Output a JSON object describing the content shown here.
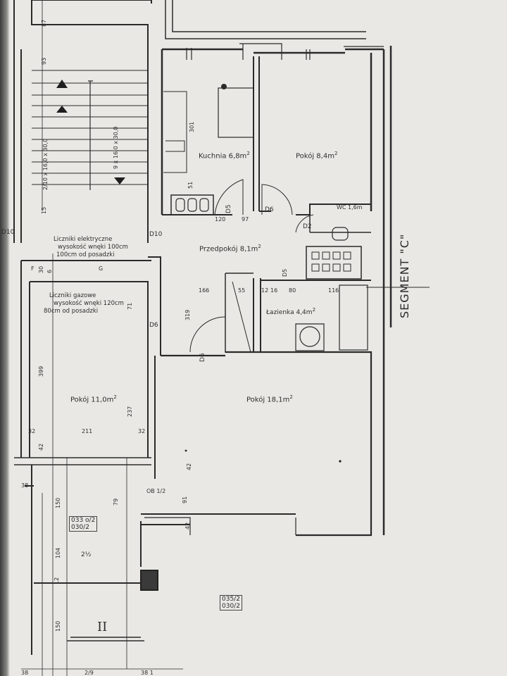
{
  "rooms": {
    "kitchen": "Kuchnia 6,8m",
    "room_small": "Pokój 8,4m",
    "wc": "WC 1,6m",
    "hall": "Przedpokój 8,1m",
    "bathroom": "Łazienka 4,4m",
    "room_left": "Pokój 11,0m",
    "room_big": "Pokój 18,1m",
    "sup": "2"
  },
  "notes": {
    "elec_1": "Liczniki elektryczne",
    "elec_2": "wysokość wnęki 100cm",
    "elec_3": "100cm od posadzki",
    "gas_1": "Liczniki gazowe",
    "gas_2": "wysokość wnęki 120cm",
    "gas_3": "80cm od posadzki"
  },
  "doors": [
    "D10",
    "D10",
    "D5",
    "D6",
    "D2",
    "D6",
    "D6",
    "D5"
  ],
  "dimensions": {
    "d87": "87",
    "d93": "93",
    "stairs_a": "2/10 x 16,0 x 30,0",
    "stairs_b": "9 x 16,0 x 30,0",
    "d301": "301",
    "d51": "51",
    "d120": "120",
    "d97": "97",
    "d166": "166",
    "d55": "55",
    "d12": "12",
    "d16": "16",
    "d80": "80",
    "d116": "116",
    "d319": "319",
    "d399": "399",
    "d237": "237",
    "d32a": "32",
    "d32b": "32",
    "d211": "211",
    "d42a": "42",
    "d42b": "42",
    "d42c": "42",
    "d150a": "150",
    "d150b": "150",
    "d104": "104",
    "d79": "79",
    "d91": "91",
    "d38": "38",
    "d71": "71",
    "d2x": "2½",
    "d30": "30",
    "d6": "6",
    "dF": "F",
    "dG": "G",
    "d15": "15",
    "d12b": "12"
  },
  "codes": {
    "c1a": "033 o/2",
    "c1b": "030/2",
    "c2a": "035/2",
    "c2b": "030/2",
    "c3": "OB 1/2"
  },
  "segment_label": "SEGMENT \"C\"",
  "roman": "II",
  "bottom": {
    "b38": "38",
    "b29": "2/9",
    "b381": "38 1"
  }
}
